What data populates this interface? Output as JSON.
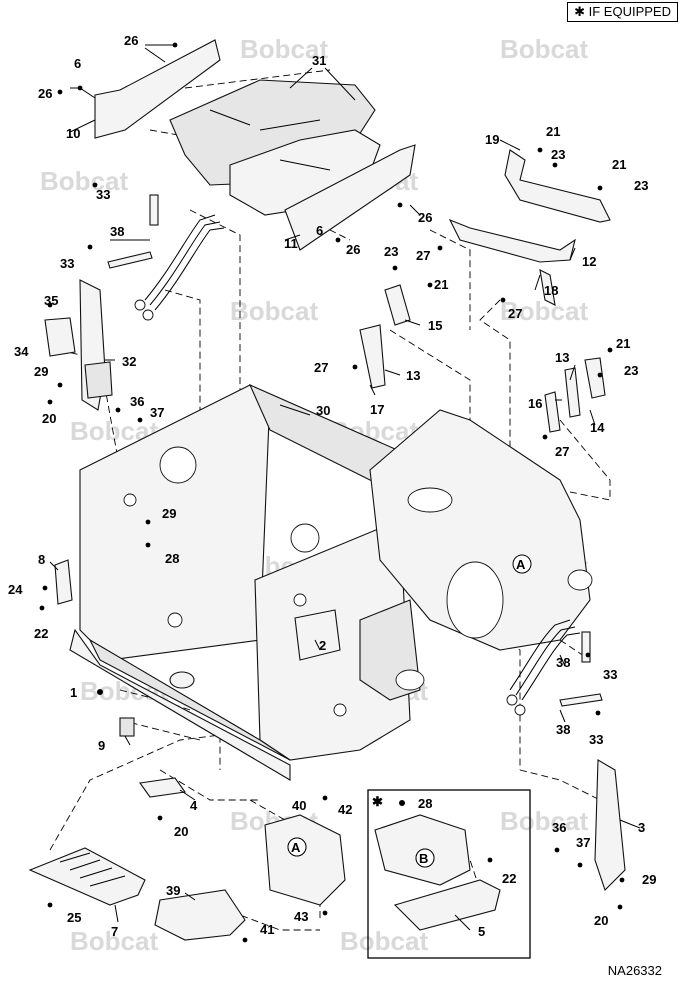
{
  "header": {
    "equipped_note": "✱ IF EQUIPPED"
  },
  "footer": {
    "diagram_id": "NA26332"
  },
  "watermark": {
    "text": "Bobcat"
  },
  "detail_marker": {
    "text": "✱"
  },
  "views": {
    "a": "A",
    "b": "B"
  },
  "callouts": {
    "c1": "1",
    "c2": "2",
    "c3": "3",
    "c4": "4",
    "c5": "5",
    "c6a": "6",
    "c6b": "6",
    "c7": "7",
    "c8": "8",
    "c9": "9",
    "c10": "10",
    "c11": "11",
    "c12": "12",
    "c13a": "13",
    "c13b": "13",
    "c14": "14",
    "c15": "15",
    "c16": "16",
    "c17": "17",
    "c18": "18",
    "c19": "19",
    "c20a": "20",
    "c20b": "20",
    "c20c": "20",
    "c21a": "21",
    "c21b": "21",
    "c21c": "21",
    "c21d": "21",
    "c22a": "22",
    "c22b": "22",
    "c23a": "23",
    "c23b": "23",
    "c23c": "23",
    "c23d": "23",
    "c24": "24",
    "c25": "25",
    "c26a": "26",
    "c26b": "26",
    "c26c": "26",
    "c26d": "26",
    "c27a": "27",
    "c27b": "27",
    "c27c": "27",
    "c27d": "27",
    "c28a": "28",
    "c28b": "28",
    "c29a": "29",
    "c29b": "29",
    "c29c": "29",
    "c30": "30",
    "c31": "31",
    "c32": "32",
    "c33a": "33",
    "c33b": "33",
    "c33c": "33",
    "c33d": "33",
    "c34": "34",
    "c35": "35",
    "c36a": "36",
    "c36b": "36",
    "c37a": "37",
    "c37b": "37",
    "c38a": "38",
    "c38b": "38",
    "c38c": "38",
    "c39": "39",
    "c40": "40",
    "c41": "41",
    "c42": "42",
    "c43": "43"
  }
}
